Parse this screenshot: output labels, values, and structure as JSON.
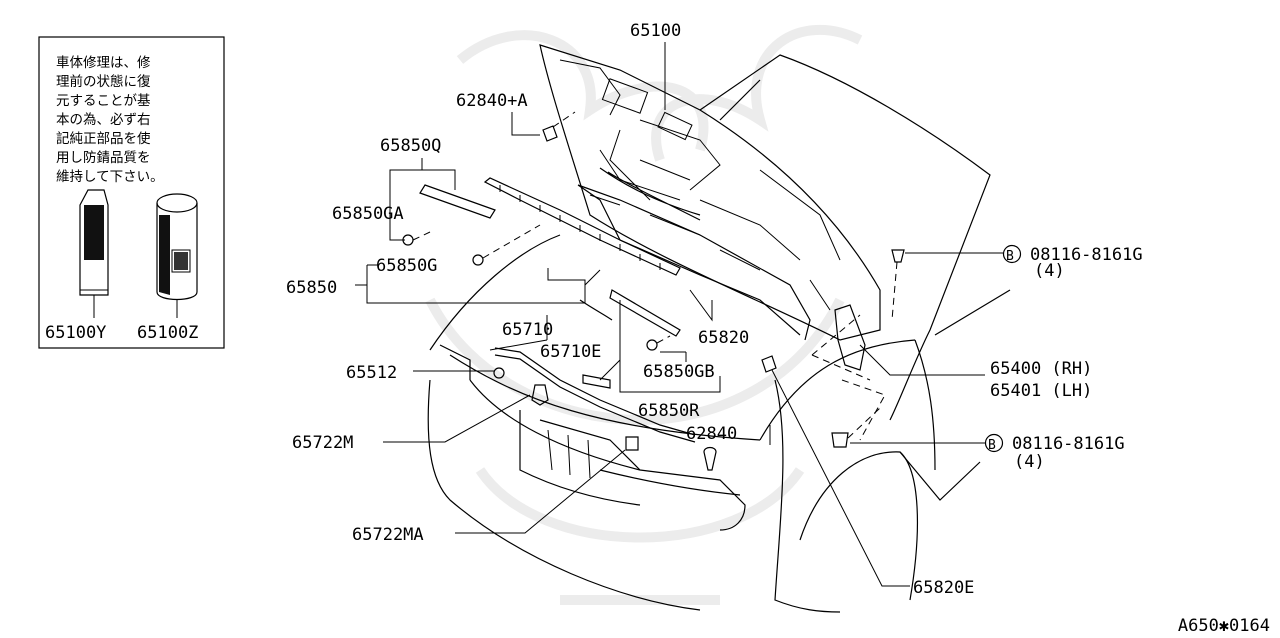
{
  "diagram_id": "A650✱0164",
  "note": {
    "lines": [
      "車体修理は、修",
      "理前の状態に復",
      "元することが基",
      "本の為、必ず右",
      "記純正部品を使",
      "用し防錆品質を",
      "維持して下さい。"
    ]
  },
  "labels": {
    "p65100": "65100",
    "p62840a": "62840+A",
    "p65850q": "65850Q",
    "p65850ga": "65850GA",
    "p65850g": "65850G",
    "p65850": "65850",
    "p65710": "65710",
    "p65710e": "65710E",
    "p65512": "65512",
    "p65850gb": "65850GB",
    "p65850r": "65850R",
    "p65820": "65820",
    "p62840": "62840",
    "p65722m": "65722M",
    "p65722ma": "65722MA",
    "p65820e": "65820E",
    "p65400": "65400 (RH)",
    "p65401": "65401 (LH)",
    "bolt_top": "08116-8161G",
    "bolt_top_qty": "(4)",
    "bolt_bottom": "08116-8161G",
    "bolt_bottom_qty": "(4)",
    "bolt_mark": "B",
    "p65100y": "65100Y",
    "p65100z": "65100Z"
  }
}
